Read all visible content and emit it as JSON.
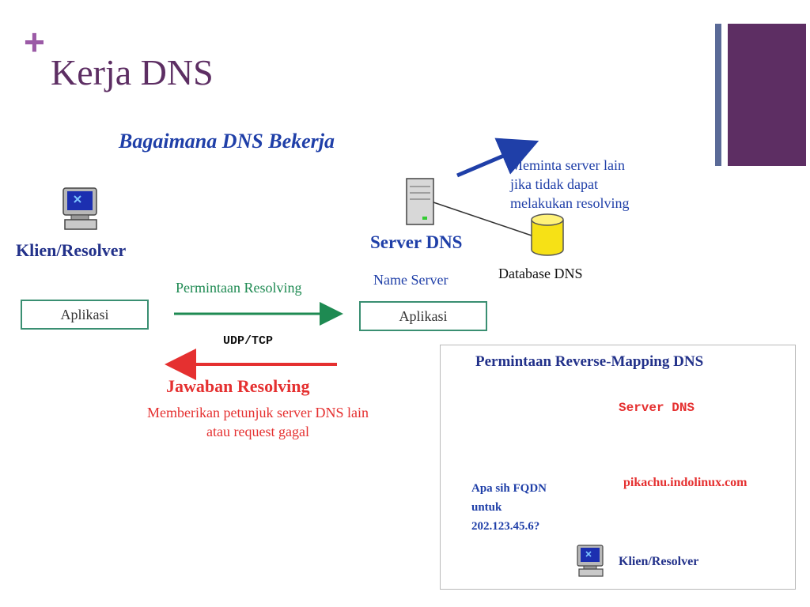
{
  "slide": {
    "plus": "+",
    "title": "Kerja DNS"
  },
  "diagram": {
    "title": "Bagaimana DNS Bekerja",
    "client_label": "Klien/Resolver",
    "client_app": "Aplikasi",
    "server_label": "Server DNS",
    "name_server": "Name Server",
    "server_app": "Aplikasi",
    "database_label": "Database DNS",
    "forward_note": [
      "Meminta server lain",
      "jika tidak dapat",
      "melakukan resolving"
    ],
    "request_label": "Permintaan Resolving",
    "protocol_label": "UDP/TCP",
    "answer_title": "Jawaban Resolving",
    "answer_desc": [
      "Memberikan petunjuk server DNS lain",
      "atau request gagal"
    ]
  },
  "inset": {
    "title": "Permintaan Reverse-Mapping DNS",
    "server_label": "Server DNS",
    "question": [
      "Apa sih FQDN",
      "untuk",
      "202.123.45.6?"
    ],
    "answer": "pikachu.indolinux.com",
    "client_label": "Klien/Resolver"
  },
  "colors": {
    "title_purple": "#5d2e63",
    "plus_purple": "#9b5aa6",
    "bar_blue": "#5a6a97",
    "blue_text": "#1f3fa8",
    "green_arrow": "#1e8a52",
    "red_arrow": "#e53030"
  },
  "icons": [
    "computer-icon",
    "server-tower-icon",
    "database-cylinder-icon"
  ]
}
